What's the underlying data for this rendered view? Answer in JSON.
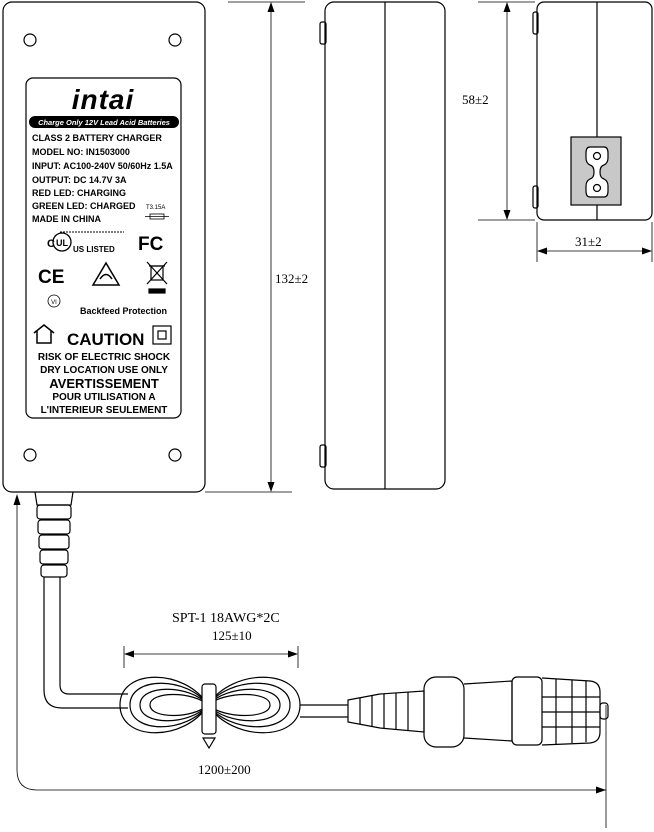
{
  "label": {
    "brand": "intai",
    "banner": "Charge Only 12V Lead Acid Batteries",
    "lines": [
      "CLASS 2 BATTERY CHARGER",
      "MODEL NO: IN1503000",
      "INPUT: AC100-240V 50/60Hz 1.5A",
      "OUTPUT: DC 14.7V 3A",
      "RED LED: CHARGING",
      "GREEN LED: CHARGED",
      "MADE IN CHINA"
    ],
    "fuse": "T3.15A",
    "ul_mark": "US LISTED",
    "ul_text": "UL",
    "c_text": "C",
    "fcc": "FC",
    "ce": "CE",
    "vi_mark": "VI",
    "backfeed": "Backfeed Protection",
    "caution": "CAUTION",
    "warnings": [
      "RISK OF ELECTRIC SHOCK",
      "DRY LOCATION USE ONLY"
    ],
    "avertissement": "AVERTISSEMENT",
    "fr_lines": [
      "POUR UTILISATION A",
      "L'INTERIEUR SEULEMENT"
    ]
  },
  "dimensions": {
    "length": "132±2",
    "height": "58±2",
    "width": "31±2",
    "cable_spec": "SPT-1 18AWG*2C",
    "coil_length": "125±10",
    "cable_length": "1200±200"
  }
}
